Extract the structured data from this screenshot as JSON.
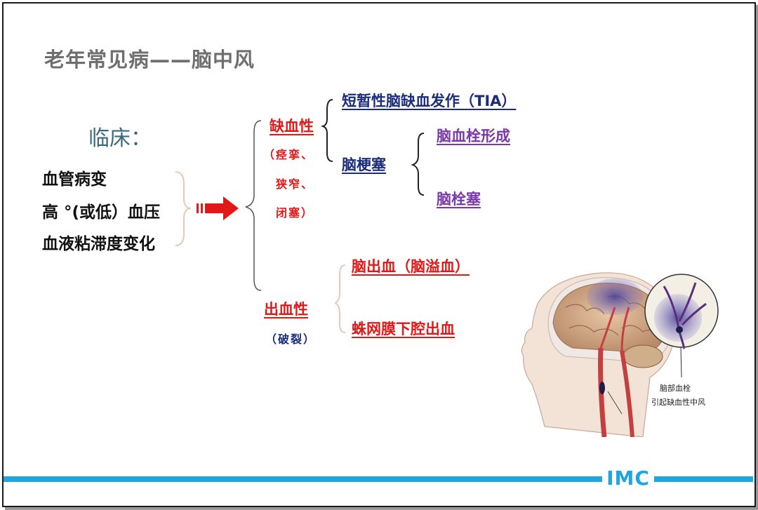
{
  "title": "老年常见病——脑中风",
  "clinical_label": "临床：",
  "causes": [
    "血管病变",
    "高 °(或低）血压",
    "血液粘滞度变化"
  ],
  "ischemic": {
    "label": "缺血性",
    "note_lines": [
      "（痉挛、",
      "狭窄、",
      "闭塞）"
    ],
    "tia": "短暂性脑缺血发作（TIA）",
    "infarction": "脑梗塞",
    "thrombosis": "脑血栓形成",
    "embolism": "脑栓塞"
  },
  "hemorrhagic": {
    "label": "出血性",
    "note": "（破裂）",
    "cerebral": "脑出血（脑溢血）",
    "subarachnoid": "蛛网膜下腔出血"
  },
  "illustration": {
    "caption_line1": "脑部血栓",
    "caption_line2": "引起缺血性中风"
  },
  "footer": {
    "logo": "IMC"
  },
  "colors": {
    "accent_red": "#e01818",
    "navy": "#1b2c7a",
    "purple": "#7a38a8",
    "footer_blue": "#1fa6de"
  }
}
